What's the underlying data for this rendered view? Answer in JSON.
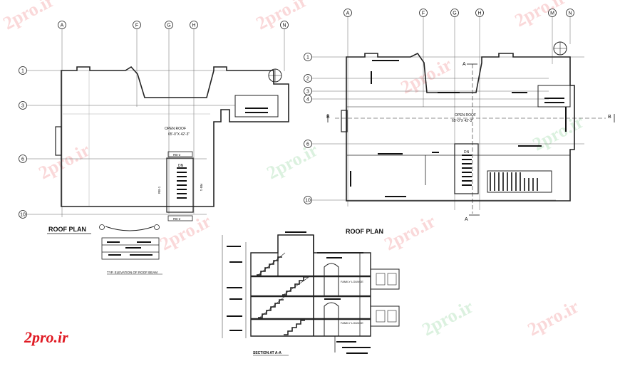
{
  "watermark": {
    "text": "2pro.ir"
  },
  "logo": {
    "text": "2pro.ir"
  },
  "left_plan": {
    "title": "ROOF PLAN",
    "grid_columns": [
      "A",
      "F",
      "G",
      "H",
      "N"
    ],
    "grid_rows": [
      "1",
      "3",
      "6",
      "10"
    ],
    "open_roof_label": "OPEN ROOF",
    "open_roof_dims": "65'-0\"X 42'-3\"",
    "dn_label": "DN",
    "beam_labels": [
      "RB-2",
      "RB-1",
      "RB-1",
      "RB-2"
    ]
  },
  "right_plan": {
    "title": "ROOF PLAN",
    "grid_columns": [
      "A",
      "F",
      "G",
      "H",
      "M",
      "N"
    ],
    "grid_rows": [
      "1",
      "2",
      "3",
      "4",
      "6",
      "10"
    ],
    "open_roof_label": "OPEN ROOF",
    "open_roof_dims": "65'-0\"X 42'-3\"",
    "dn_label": "DN",
    "section_marks": [
      "A",
      "A",
      "B",
      "B"
    ]
  },
  "detail": {
    "caption": "TYP. ELEVATION OF  ROOF BEAM"
  },
  "section": {
    "caption": "SECTION AT A-A",
    "room_labels": [
      "FAMILY LOUNGE",
      "FAMILY LOUNGE"
    ]
  }
}
